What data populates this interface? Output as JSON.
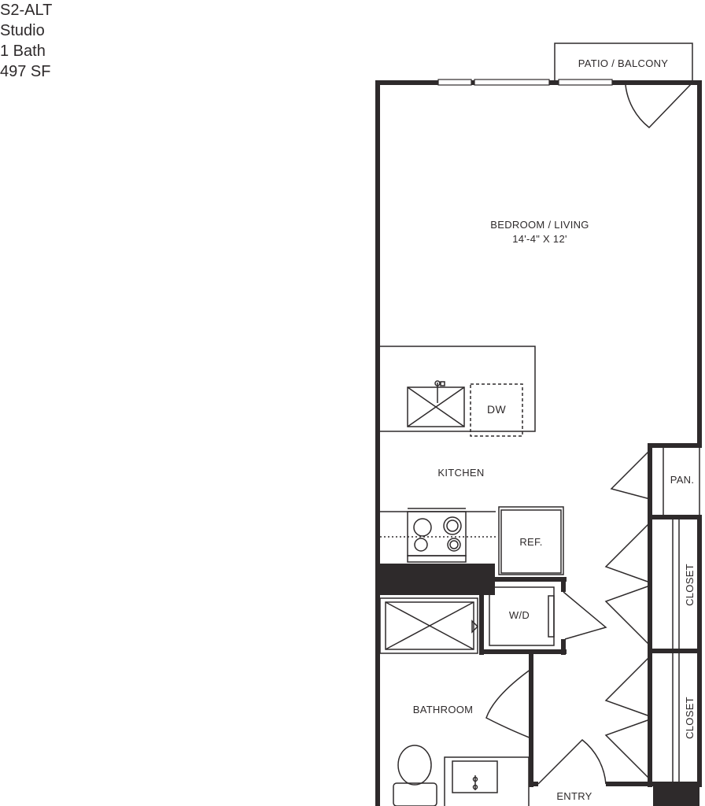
{
  "unit": {
    "name": "S2-ALT",
    "type": "Studio",
    "baths": "1 Bath",
    "area": "497 SF"
  },
  "rooms": {
    "patio": "PATIO / BALCONY",
    "living": "BEDROOM / LIVING",
    "living_dims": "14'-4\" X 12'",
    "kitchen": "KITCHEN",
    "dw": "DW",
    "pantry": "PAN.",
    "closet_1": "CLOSET",
    "closet_2": "CLOSET",
    "ref": "REF.",
    "wd": "W/D",
    "bathroom": "BATHROOM",
    "entry": "ENTRY"
  },
  "colors": {
    "wall": "#2e2a2b",
    "line": "#2e2a2b",
    "background": "#ffffff"
  }
}
